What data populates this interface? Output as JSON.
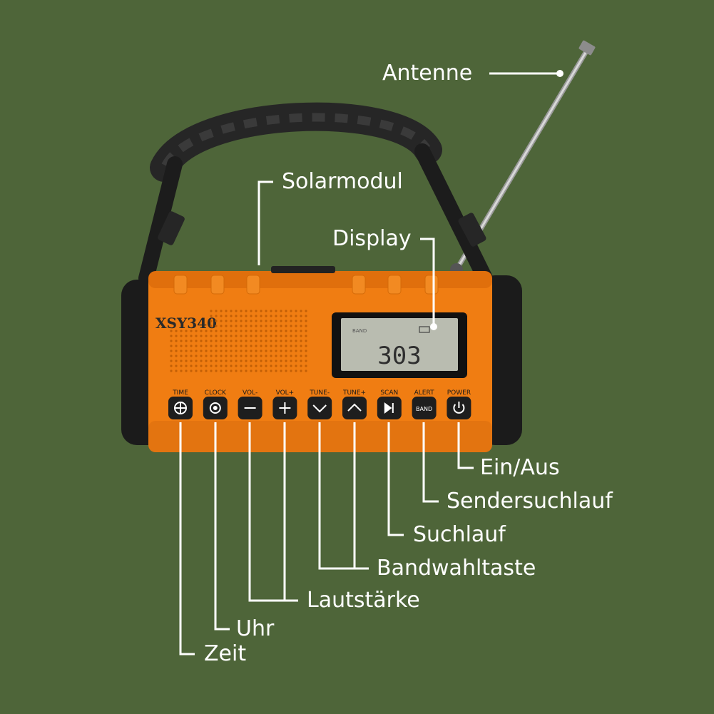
{
  "device": {
    "model_label": "XSY340",
    "display_reading": "303",
    "display_small_text": "BAND",
    "colors": {
      "body": "#f07d12",
      "bumper": "#1b1b1b",
      "screen": "#b9bcb0",
      "background": "#4e6539",
      "line": "#ffffff"
    },
    "buttons": [
      {
        "label": "TIME",
        "icon": "crosshair-circle-icon"
      },
      {
        "label": "CLOCK",
        "icon": "clock-icon"
      },
      {
        "label": "VOL-",
        "icon": "minus-icon"
      },
      {
        "label": "VOL+",
        "icon": "plus-icon"
      },
      {
        "label": "TUNE-",
        "icon": "chevron-down-icon"
      },
      {
        "label": "TUNE+",
        "icon": "chevron-up-icon"
      },
      {
        "label": "SCAN",
        "icon": "play-skip-icon"
      },
      {
        "label": "ALERT",
        "icon": "band-text-icon",
        "text": "BAND"
      },
      {
        "label": "POWER",
        "icon": "power-icon"
      }
    ]
  },
  "callouts": {
    "antenne": "Antenne",
    "solarmodul": "Solarmodul",
    "display": "Display",
    "ein_aus": "Ein/Aus",
    "sendersuchlauf": "Sendersuchlauf",
    "suchlauf": "Suchlauf",
    "bandwahltaste": "Bandwahltaste",
    "lautstaerke": "Lautstärke",
    "uhr": "Uhr",
    "zeit": "Zeit"
  }
}
